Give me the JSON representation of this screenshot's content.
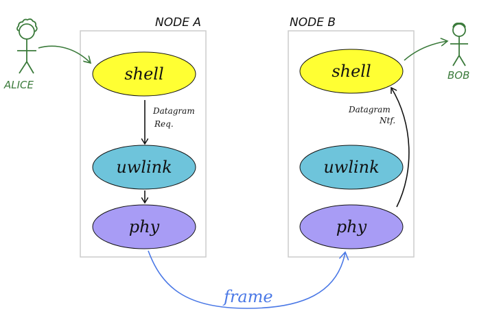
{
  "colors": {
    "box_border": "#cccccc",
    "shell_fill": "#ffff33",
    "uwlink_fill": "#6ec4db",
    "phy_fill": "#a89cf5",
    "ellipse_stroke": "#111111",
    "person_color": "#3a7a3a",
    "frame_color": "#4a78e6",
    "ink": "#111111"
  },
  "node_a": {
    "title": "NODE A",
    "shell": "shell",
    "uwlink": "uwlink",
    "phy": "phy",
    "req_label_line1": "Datagram",
    "req_label_line2": "Req."
  },
  "node_b": {
    "title": "NODE B",
    "shell": "shell",
    "uwlink": "uwlink",
    "phy": "phy",
    "ntf_label_line1": "Datagram",
    "ntf_label_line2": "Ntf."
  },
  "alice": {
    "name": "ALICE"
  },
  "bob": {
    "name": "BOB"
  },
  "link": {
    "label": "frame"
  }
}
